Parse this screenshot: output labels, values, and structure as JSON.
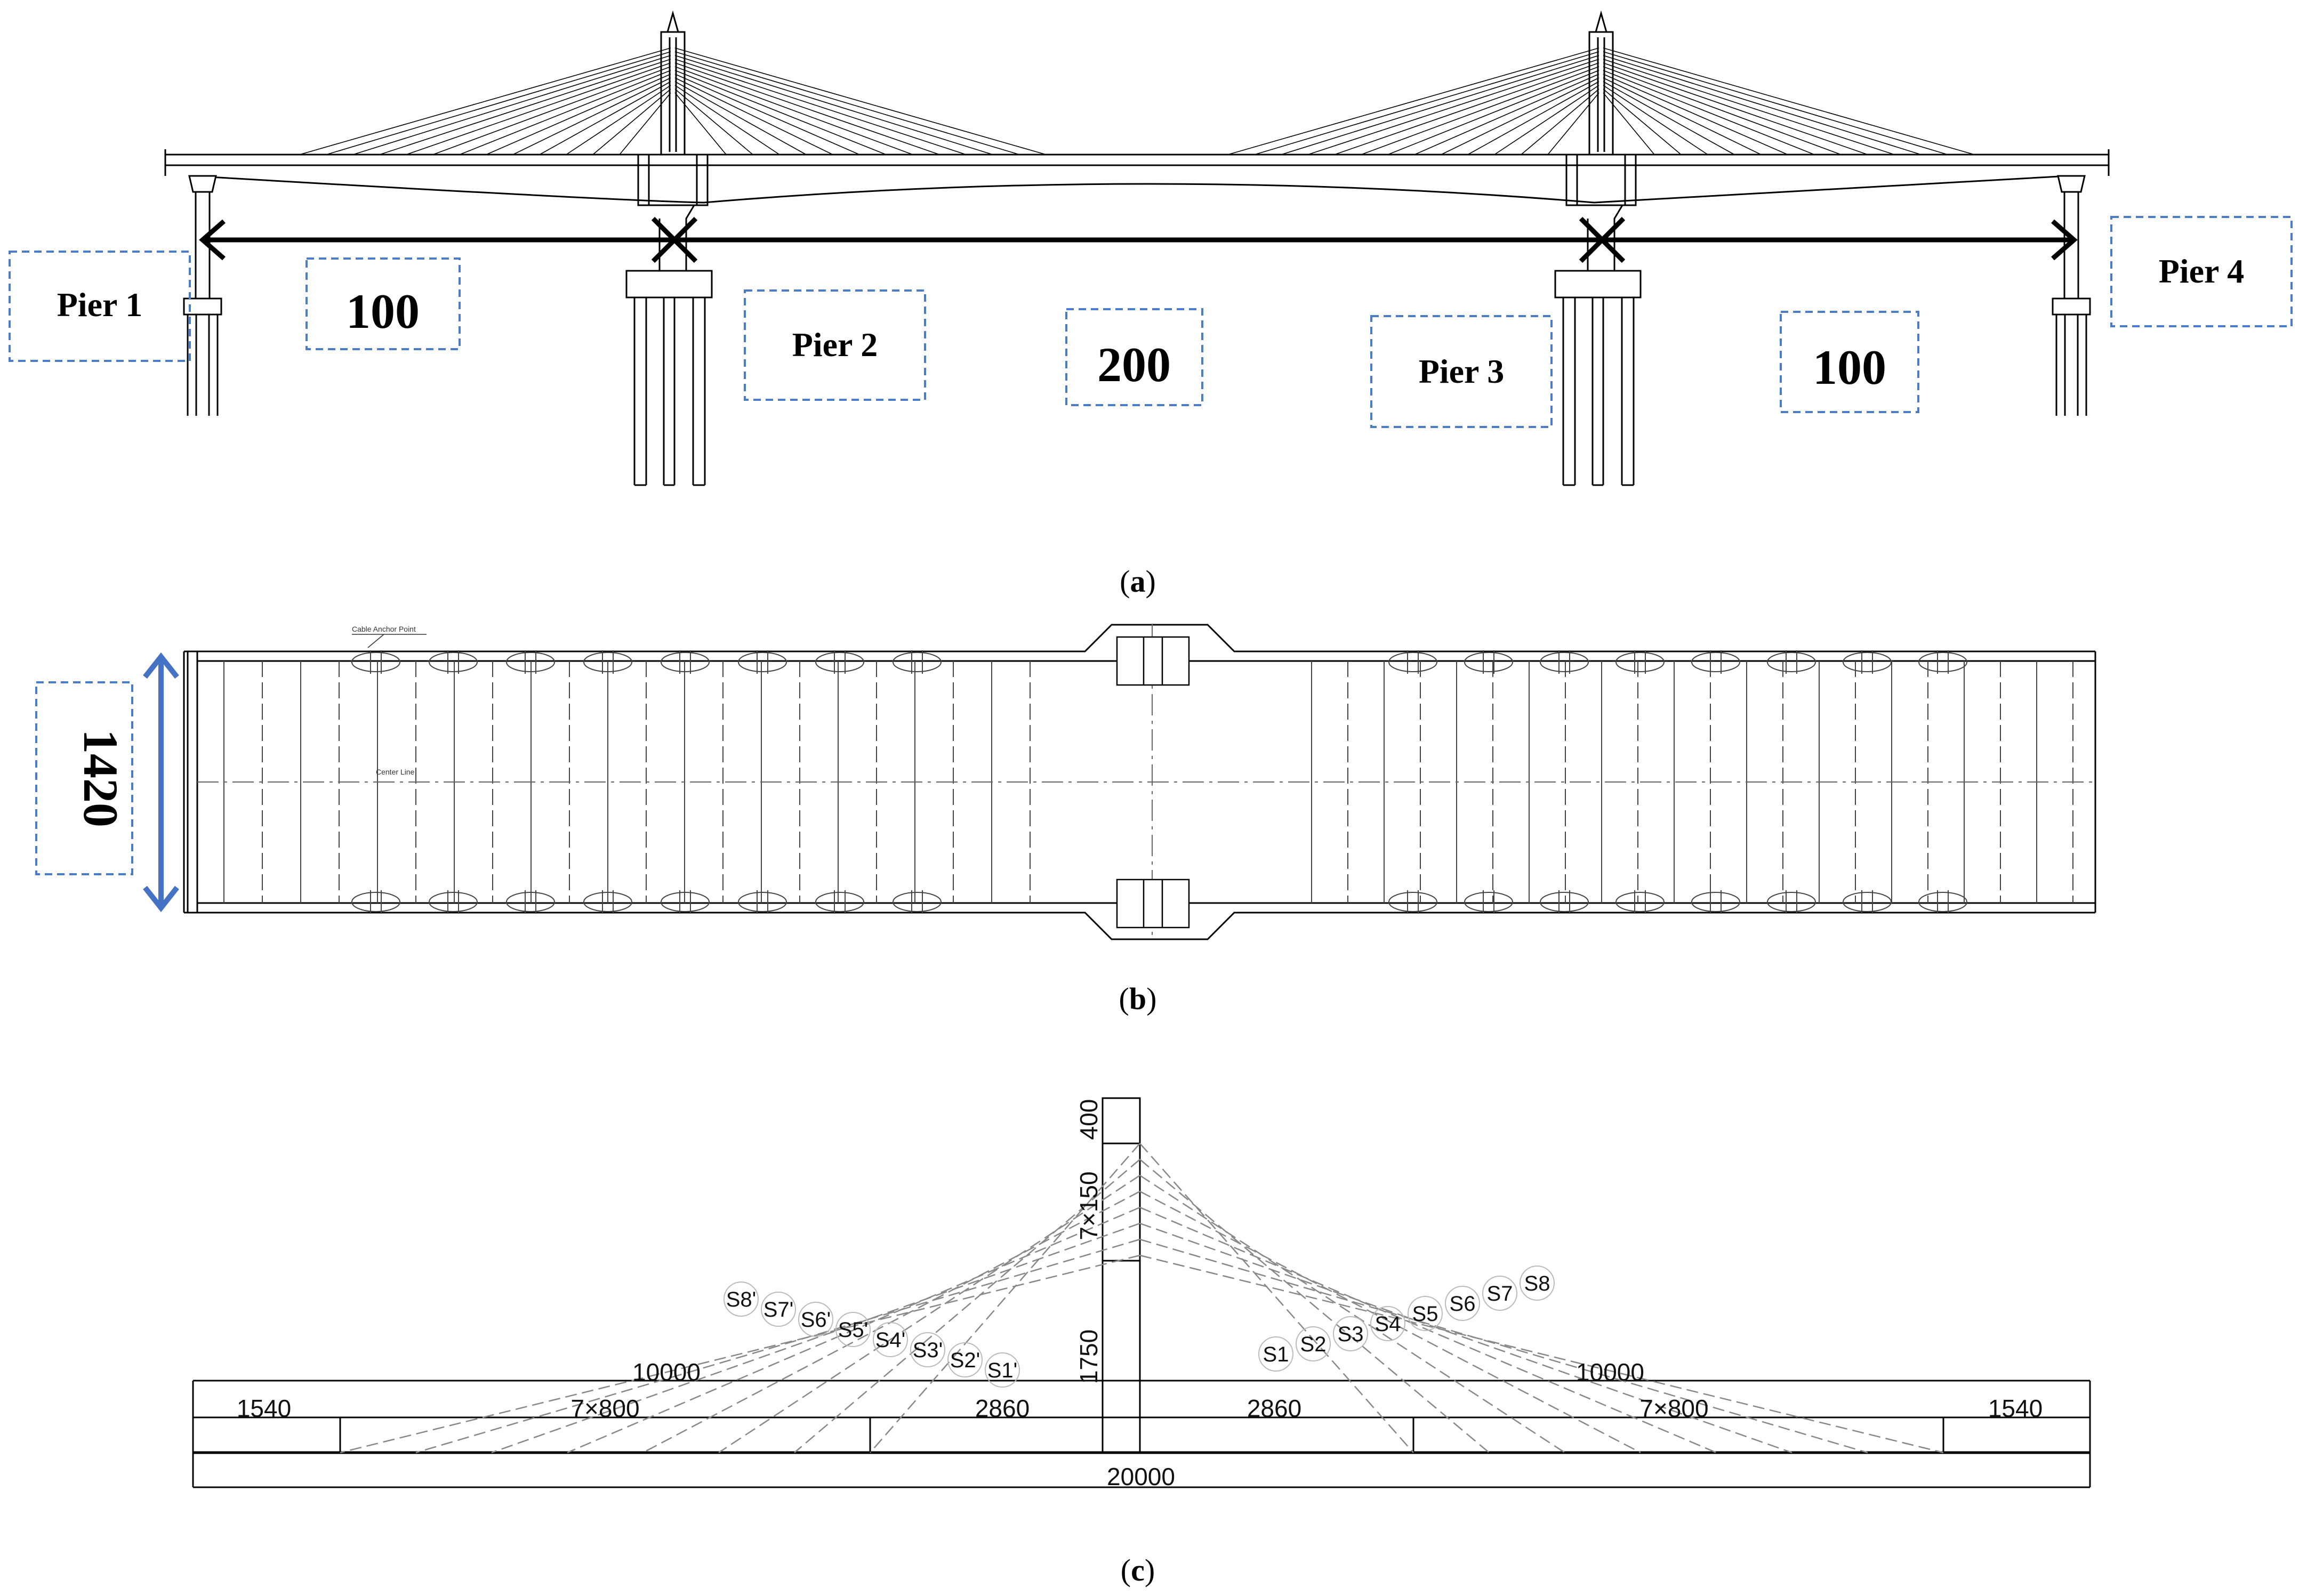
{
  "panels": {
    "a": {
      "caption_pre": "(",
      "caption_letter": "a",
      "caption_post": ")"
    },
    "b": {
      "caption_pre": "(",
      "caption_letter": "b",
      "caption_post": ")"
    },
    "c": {
      "caption_pre": "(",
      "caption_letter": "c",
      "caption_post": ")"
    }
  },
  "elevation": {
    "piers": [
      "Pier 1",
      "Pier 2",
      "Pier 3",
      "Pier 4"
    ],
    "spans": [
      "100",
      "200",
      "100"
    ]
  },
  "plan": {
    "width_label": "1420",
    "anchor_note": "Cable Anchor Point",
    "center_note": "Center Line"
  },
  "section": {
    "dims_vertical": [
      "400",
      "7×150",
      "1750"
    ],
    "dims_top": [
      "10000",
      "10000"
    ],
    "dims_row": [
      "1540",
      "7×800",
      "2860",
      "2860",
      "7×800",
      "1540"
    ],
    "dim_total": "20000",
    "cables_left": [
      "S8'",
      "S7'",
      "S6'",
      "S5'",
      "S4'",
      "S3'",
      "S2'",
      "S1'"
    ],
    "cables_right": [
      "S1",
      "S2",
      "S3",
      "S4",
      "S5",
      "S6",
      "S7",
      "S8"
    ]
  },
  "colors": {
    "label_box_border": "#4a7cc9",
    "arrow_1420": "#4472c4",
    "line": "#000000"
  }
}
